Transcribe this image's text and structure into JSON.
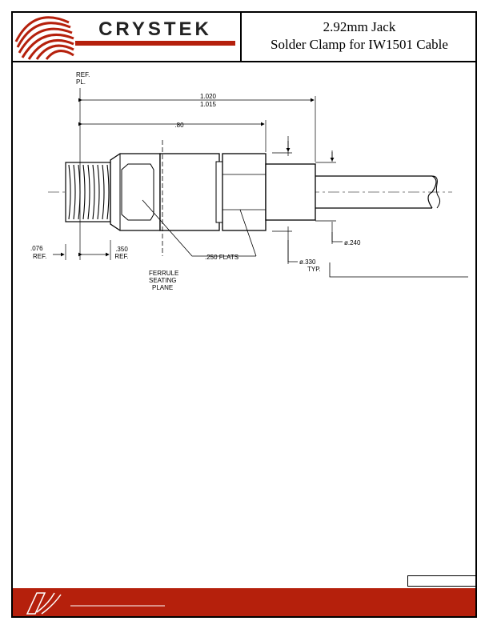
{
  "header": {
    "brand": "CRYSTEK",
    "title_line1": "2.92mm Jack",
    "title_line2": "Solder Clamp for IW1501 Cable"
  },
  "drawing": {
    "ref_plane_1": "REF.",
    "ref_plane_2": "PL.",
    "dim_overall_1": "1.020",
    "dim_overall_2": "1.015",
    "dim_body": ".80",
    "dim_thread_1": ".076",
    "dim_thread_2": "REF.",
    "dim_hex_1": ".350",
    "dim_hex_2": "REF.",
    "dim_flats": ".250 FLATS",
    "dim_dia_240": "ø.240",
    "dim_dia_330_1": "ø.330",
    "dim_dia_330_2": "TYP.",
    "ferrule_1": "FERRULE",
    "ferrule_2": "SEATING",
    "ferrule_3": "PLANE"
  },
  "colors": {
    "brand_red": "#b5200c",
    "text_dark": "#222222"
  }
}
